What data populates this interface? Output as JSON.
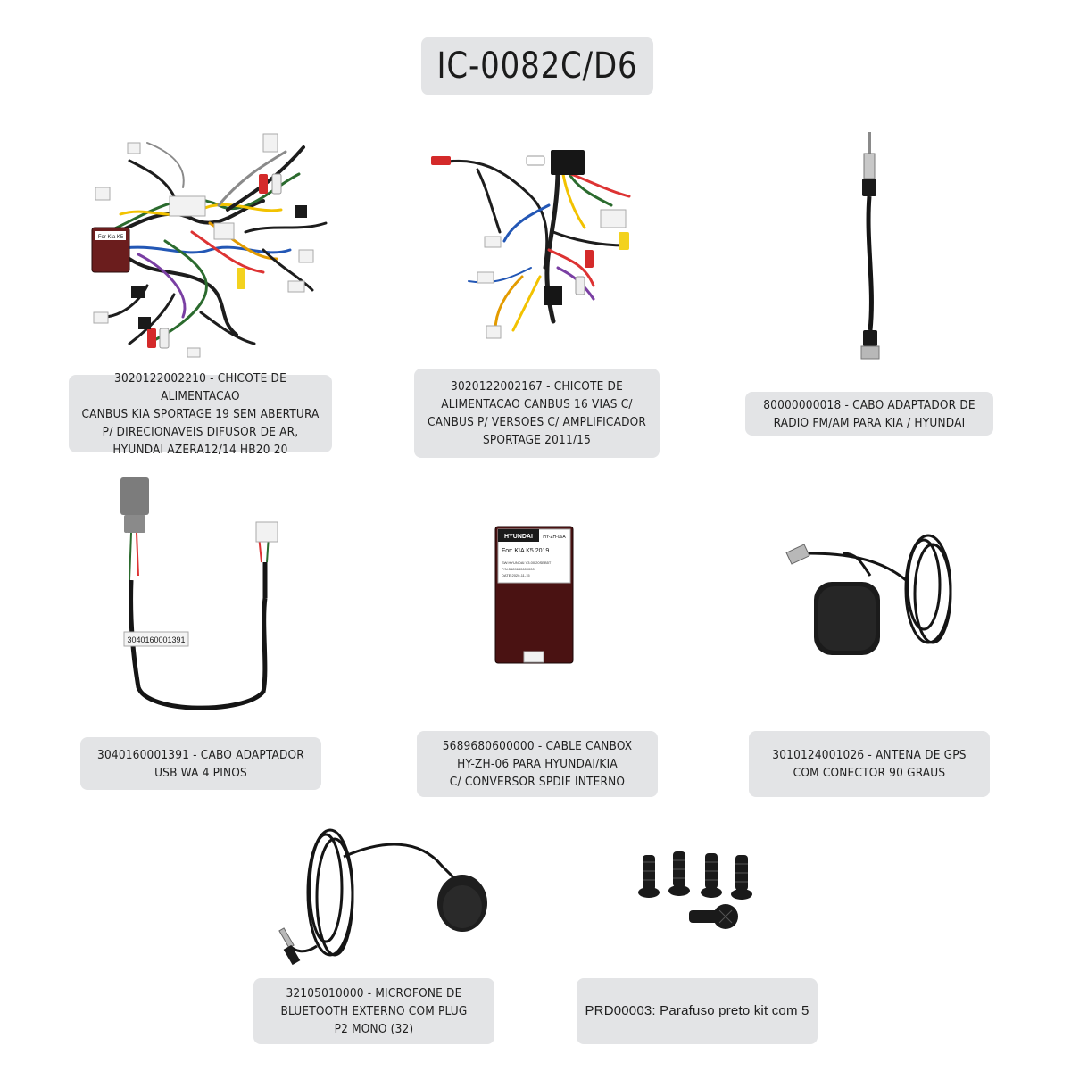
{
  "title": "IC-0082C/D6",
  "items": [
    {
      "id": "harness-19",
      "caption": "3020122002210 - CHICOTE DE ALIMENTACAO\nCANBUS KIA SPORTAGE 19 SEM ABERTURA\nP/ DIRECIONAVEIS DIFUSOR DE AR,\nHYUNDAI AZERA12/14 HB20 20",
      "box_label": "For Kia K5"
    },
    {
      "id": "harness-16",
      "caption": "3020122002167 - CHICOTE DE\nALIMENTACAO CANBUS 16 VIAS C/\nCANBUS P/ VERSOES C/ AMPLIFICADOR\nSPORTAGE 2011/15"
    },
    {
      "id": "radio-cable",
      "caption": "80000000018 - CABO ADAPTADOR DE\nRADIO FM/AM PARA KIA / HYUNDAI"
    },
    {
      "id": "usb-cable",
      "caption": "3040160001391 - CABO ADAPTADOR\nUSB WA 4 PINOS",
      "tag_label": "3040160001391"
    },
    {
      "id": "canbox",
      "caption": "5689680600000 - CABLE CANBOX\nHY-ZH-06 PARA HYUNDAI/KIA\nC/ CONVERSOR SPDIF INTERNO",
      "brand": "HYUNDAI",
      "model_code": "HY-ZH-06A",
      "for_label": "For: KIA K5  2019",
      "line1": "SW:HYUNDAI V3.00.20SBB5T",
      "line2": "P/N:5689680600000",
      "line3": "DATE:2020-11-15"
    },
    {
      "id": "gps-antenna",
      "caption": "3010124001026 - ANTENA DE GPS\nCOM CONECTOR 90 GRAUS"
    },
    {
      "id": "microphone",
      "caption": "32105010000 - MICROFONE DE\nBLUETOOTH EXTERNO COM PLUG\nP2 MONO (32)"
    },
    {
      "id": "screws",
      "caption": "PRD00003: Parafuso preto kit com 5"
    }
  ]
}
